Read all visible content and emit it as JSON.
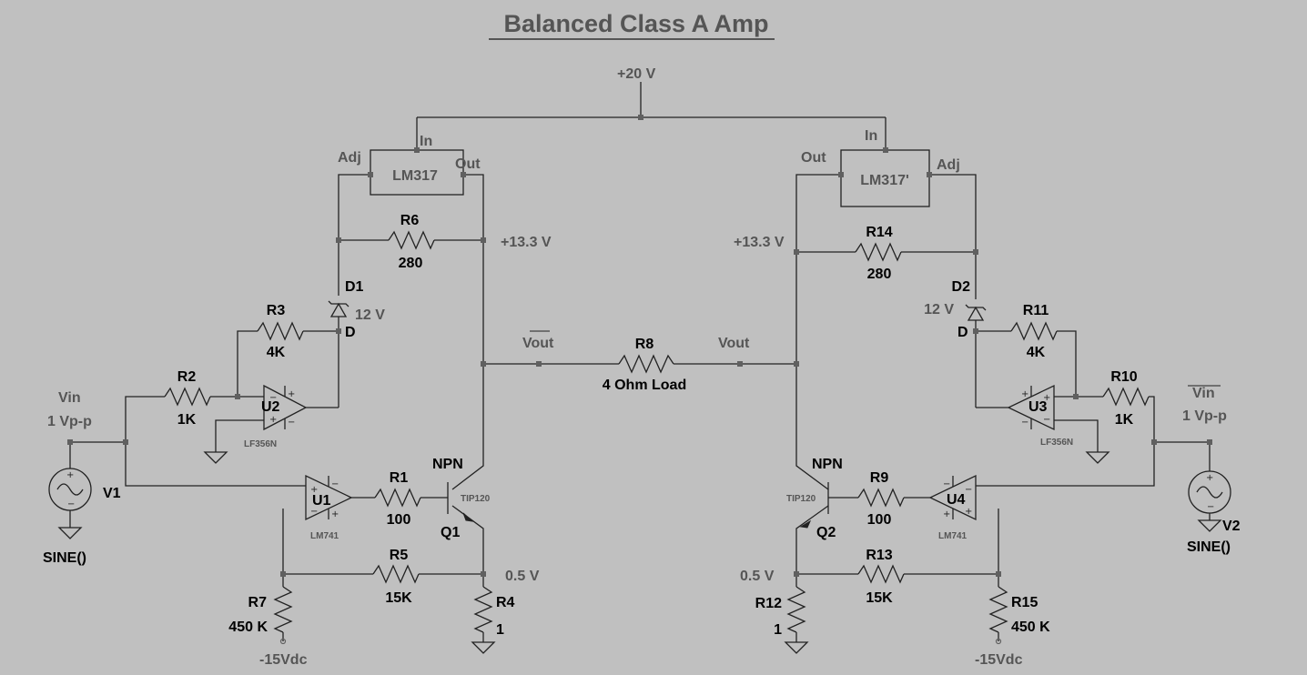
{
  "title": "Balanced Class A Amp",
  "supply": {
    "pos20": "+20 V",
    "neg15_left": "-15Vdc",
    "neg15_right": "-15Vdc"
  },
  "regulators": {
    "left": {
      "name": "LM317",
      "in": "In",
      "out": "Out",
      "adj": "Adj"
    },
    "right": {
      "name": "LM317'",
      "in": "In",
      "out": "Out",
      "adj": "Adj"
    }
  },
  "nets": {
    "v13_left": "+13.3 V",
    "v13_right": "+13.3 V",
    "v05_left": "0.5 V",
    "v05_right": "0.5 V",
    "vout_bar": "Vout",
    "vout": "Vout",
    "d_left": "D",
    "d_right": "D"
  },
  "load": {
    "name": "R8",
    "value": "4 Ohm Load"
  },
  "resistors": {
    "r1": {
      "name": "R1",
      "value": "100"
    },
    "r2": {
      "name": "R2",
      "value": "1K"
    },
    "r3": {
      "name": "R3",
      "value": "4K"
    },
    "r4": {
      "name": "R4",
      "value": "1"
    },
    "r5": {
      "name": "R5",
      "value": "15K"
    },
    "r6": {
      "name": "R6",
      "value": "280"
    },
    "r7": {
      "name": "R7",
      "value": "450 K"
    },
    "r9": {
      "name": "R9",
      "value": "100"
    },
    "r10": {
      "name": "R10",
      "value": "1K"
    },
    "r11": {
      "name": "R11",
      "value": "4K"
    },
    "r12": {
      "name": "R12",
      "value": "1"
    },
    "r13": {
      "name": "R13",
      "value": "15K"
    },
    "r14": {
      "name": "R14",
      "value": "280"
    },
    "r15": {
      "name": "R15",
      "value": "450 K"
    }
  },
  "diodes": {
    "d1": {
      "name": "D1",
      "value": "12 V"
    },
    "d2": {
      "name": "D2",
      "value": "12 V"
    }
  },
  "opamps": {
    "u1": {
      "name": "U1",
      "model": "LM741"
    },
    "u2": {
      "name": "U2",
      "model": "LF356N"
    },
    "u3": {
      "name": "U3",
      "model": "LF356N"
    },
    "u4": {
      "name": "U4",
      "model": "LM741"
    }
  },
  "transistors": {
    "q1": {
      "name": "Q1",
      "type": "NPN",
      "model": "TIP120"
    },
    "q2": {
      "name": "Q2",
      "type": "NPN",
      "model": "TIP120"
    }
  },
  "sources": {
    "v1": {
      "name": "V1",
      "func": "SINE()",
      "net": "Vin",
      "amp": "1 Vp-p"
    },
    "v2": {
      "name": "V2",
      "func": "SINE()",
      "net": "Vin",
      "amp": "1 Vp-p"
    }
  }
}
